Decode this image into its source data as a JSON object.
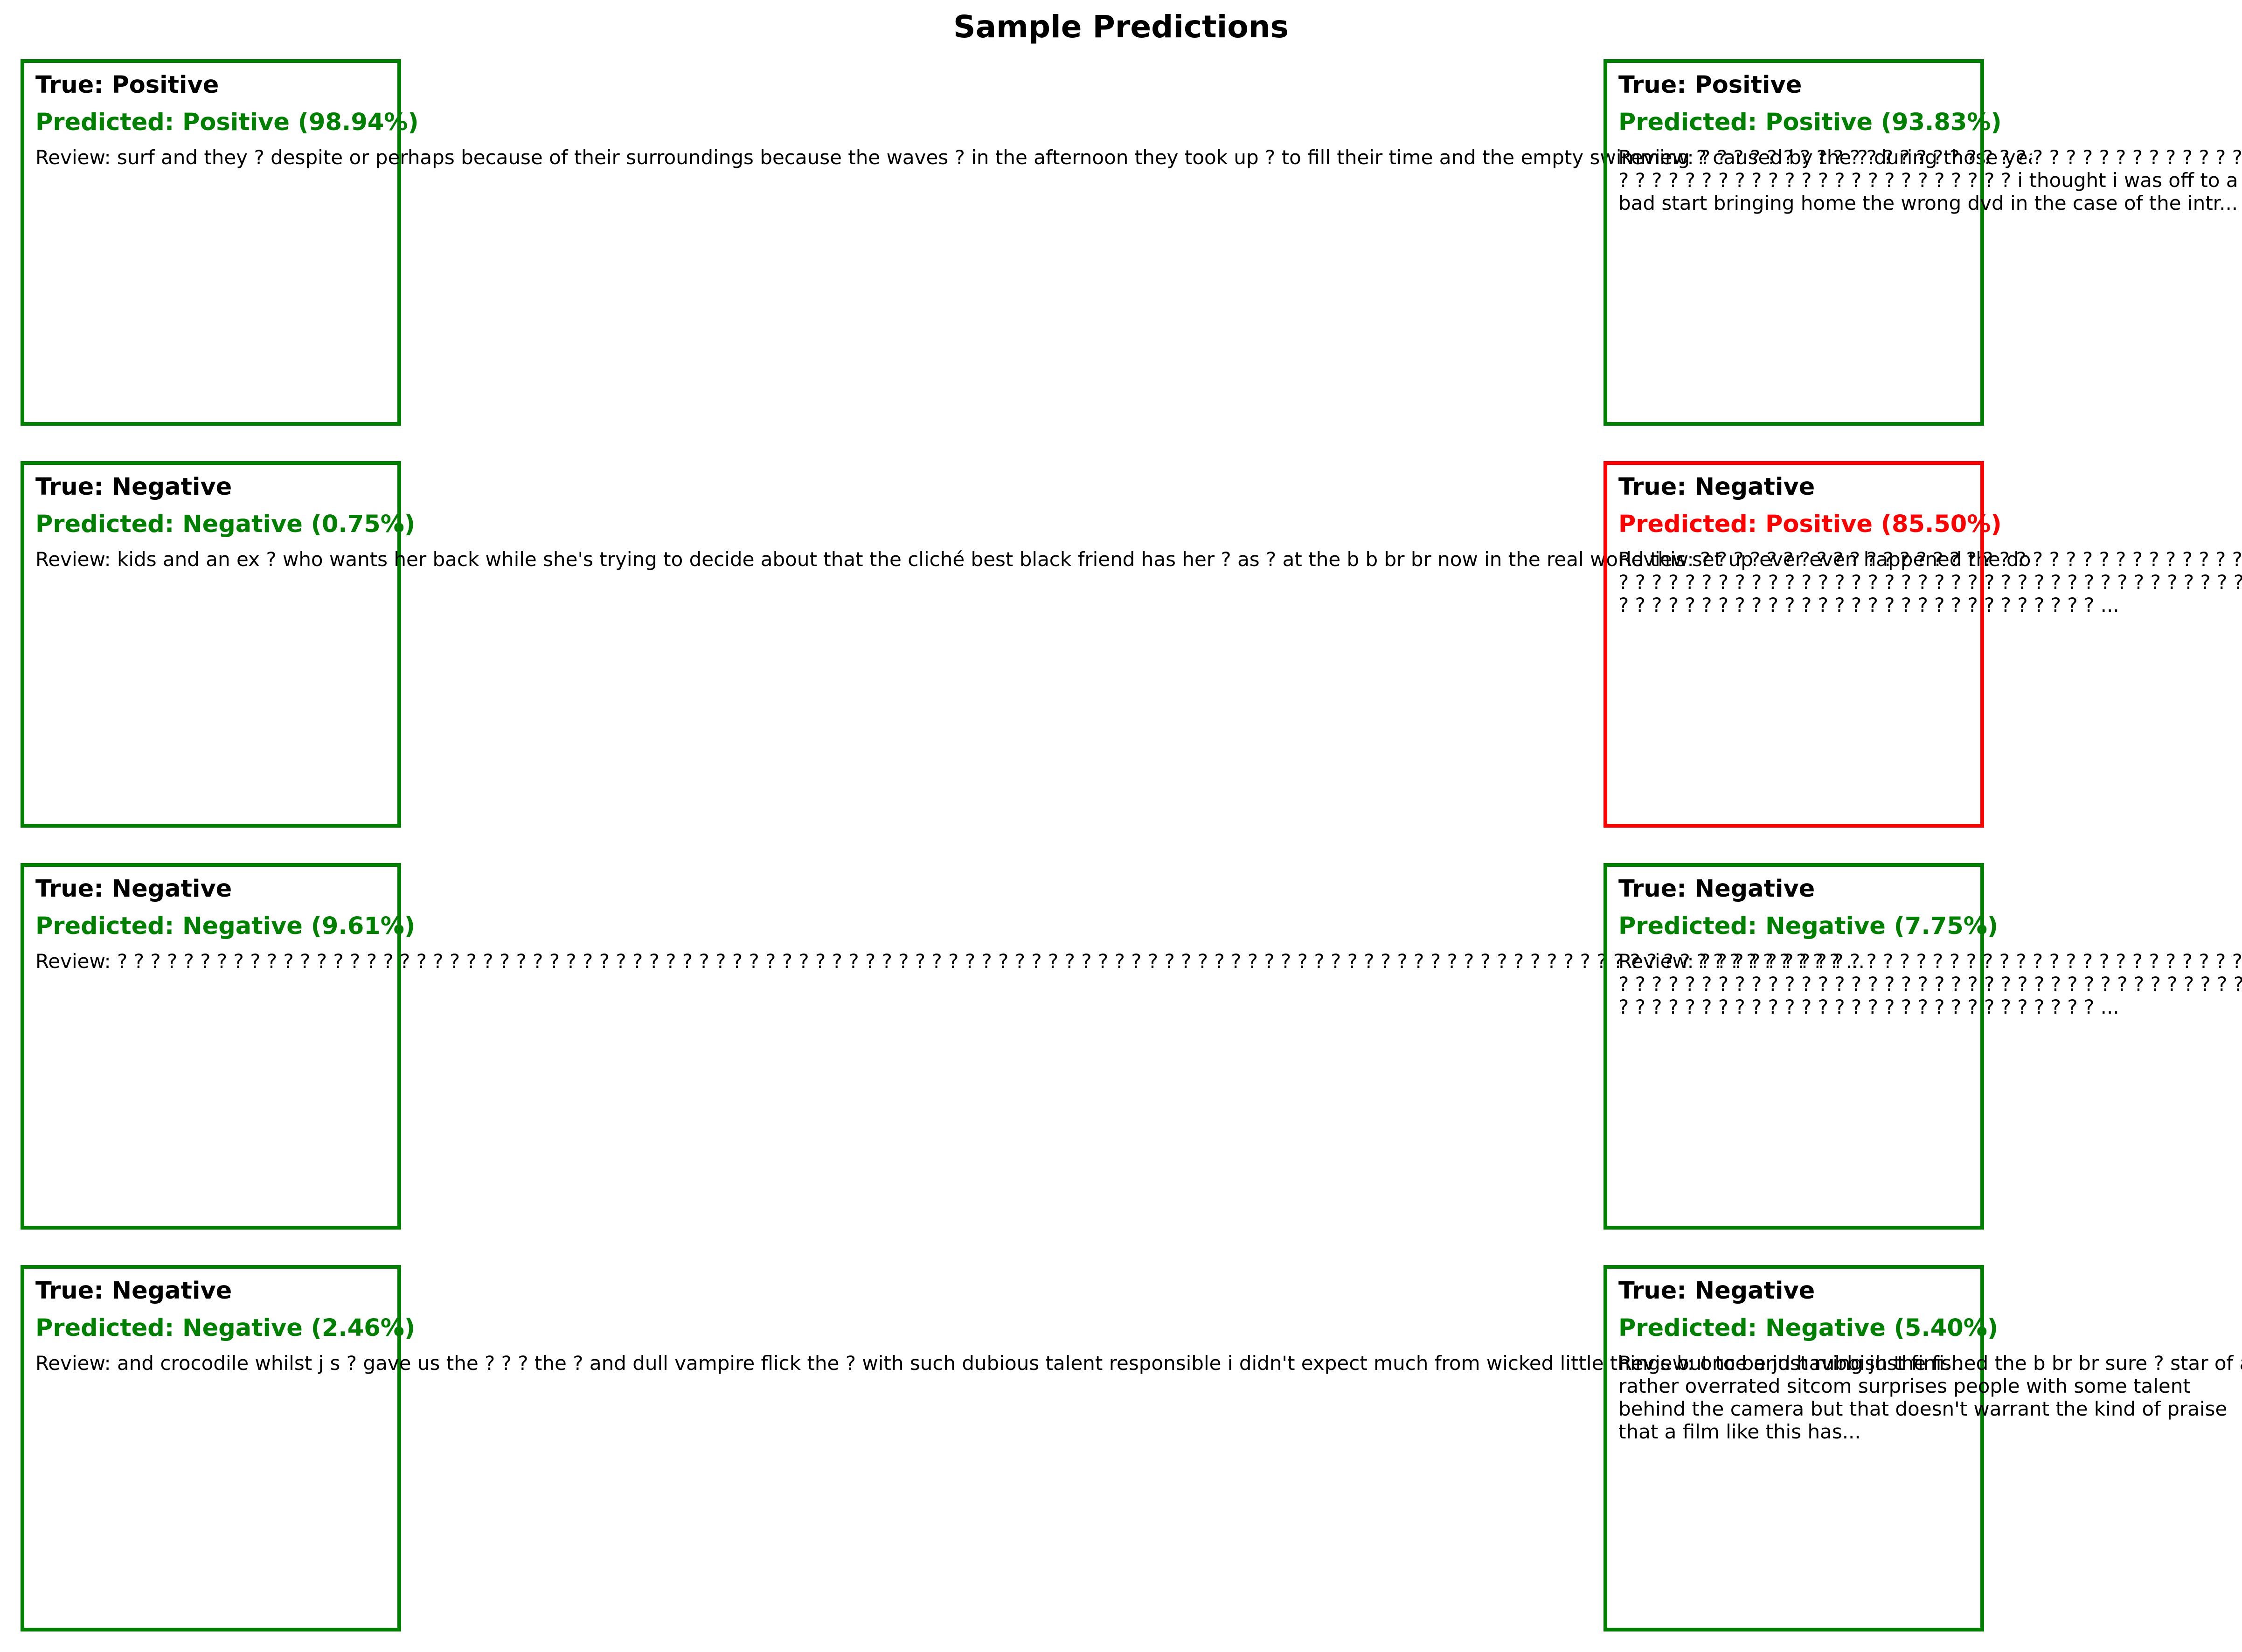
{
  "title": "Sample Predictions",
  "colors": {
    "correct": "#008000",
    "incorrect": "#ff0000"
  },
  "panels": [
    {
      "true": "True: Positive",
      "pred": "Predicted: Positive (98.94%)",
      "review": "Review: surf and they ? despite or perhaps because of their surroundings because the waves ? in the afternoon they took up ? to fill their time and the empty swimming ? caused by the ? during those years plus...",
      "correct": true
    },
    {
      "true": "True: Positive",
      "pred": "Predicted: Positive (93.83%)",
      "review": "Review: ? ? ? ? ? ? ? ? ? ? ? ? ? ? ? ? ? ? ? ? ? ? ? ? ? ? ? ? ? ? ? ? ? ? ? ? ? ? ? ? ? ? ? ? ? ?\n? ? ? ? ? ? ? ? ? ? ? ? ? ? ? ? ? ? ? ? ? ? ? ? i thought i was off to a\nbad start bringing home the wrong dvd in the case of the intr...",
      "correct": true
    },
    {
      "true": "True: Negative",
      "pred": "Predicted: Negative (0.75%)",
      "review": "Review: kids and an ex ? who wants her back while she's trying to decide about that the cliché best black friend has her ? as ? at the b b br br now in the real world this set up ever even happened the doc...",
      "correct": true
    },
    {
      "true": "True: Negative",
      "pred": "Predicted: Positive (85.50%)",
      "review": "Review: ? ? ? ? ? ? ? ? ? ? ? ? ? ? ? ? ? ? ? ? ? ? ? ? ? ? ? ? ? ? ? ? ? ? ? ? ? ? ? ? ? ? ? ? ? ?\n? ? ? ? ? ? ? ? ? ? ? ? ? ? ? ? ? ? ? ? ? ? ? ? ? ? ? ? ? ? ? ? ? ? ? ? ? ? ? ? ?\n? ? ? ? ? ? ? ? ? ? ? ? ? ? ? ? ? ? ? ? ? ? ? ? ? ? ? ? ? ...",
      "correct": false
    },
    {
      "true": "True: Negative",
      "pred": "Predicted: Negative (9.61%)",
      "review": "Review: ? ? ? ? ? ? ? ? ? ? ? ? ? ? ? ? ? ? ? ? ? ? ? ? ? ? ? ? ? ? ? ? ? ? ? ? ? ? ? ? ? ? ? ? ? ? ? ? ? ? ? ? ? ? ? ? ? ? ? ? ? ? ? ? ? ? ? ? ? ? ? ? ? ? ? ? ? ? ? ? ? ? ? ? ? ? ? ? ? ? ? ? ? ? ? ? ? ? ? ? ? ? ? ? ...",
      "correct": true
    },
    {
      "true": "True: Negative",
      "pred": "Predicted: Negative (7.75%)",
      "review": "Review: ? ? ? ? ? ? ? ? ? ? ? ? ? ? ? ? ? ? ? ? ? ? ? ? ? ? ? ? ? ? ? ? ? ? ? ? ? ? ? ? ? ? ? ? ? ?\n? ? ? ? ? ? ? ? ? ? ? ? ? ? ? ? ? ? ? ? ? ? ? ? ? ? ? ? ? ? ? ? ? ? ? ? ? ? ? ? ?\n? ? ? ? ? ? ? ? ? ? ? ? ? ? ? ? ? ? ? ? ? ? ? ? ? ? ? ? ? ...",
      "correct": true
    },
    {
      "true": "True: Negative",
      "pred": "Predicted: Negative (2.46%)",
      "review": "Review: and crocodile whilst j s ? gave us the ? ? ? the ? and dull vampire flick the ? with such dubious talent responsible i didn't expect much from wicked little things but to be just rubbish the fi...",
      "correct": true
    },
    {
      "true": "True: Negative",
      "pred": "Predicted: Negative (5.40%)",
      "review": "Review: once and having just finished the b br br sure ? star of a\nrather overrated sitcom surprises people with some talent\nbehind the camera but that doesn't warrant the kind of praise\nthat a film like this has...",
      "correct": true
    }
  ]
}
